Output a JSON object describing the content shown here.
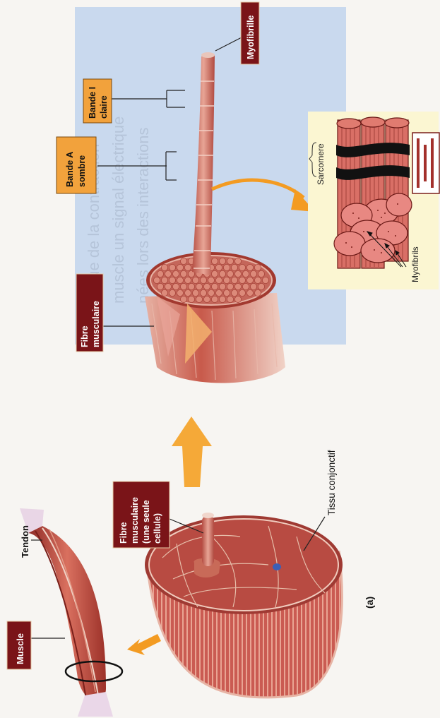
{
  "figure": {
    "panel_label": "(a)",
    "labels": {
      "muscle": "Muscle",
      "tendon": "Tendon",
      "fibre_cell_lines": [
        "Fibre",
        "musculaire",
        "(une seule",
        "cellule)"
      ],
      "tissu_conjonctif": "Tissu conjonctif",
      "fibre_musculaire_lines": [
        "Fibre",
        "musculaire"
      ],
      "bande_a_lines": [
        "Bande A",
        "sombre"
      ],
      "bande_i_lines": [
        "Bande I",
        "claire"
      ],
      "myofibrille": "Myofibrille",
      "sarcomere": "Sarcomere",
      "myofibrils": "Myofibrils"
    },
    "colors": {
      "label_dark_red": "#7a1418",
      "label_orange": "#f2a23c",
      "arrow_orange": "#f39b22",
      "blue_panel": "#c9d9ee",
      "inset_panel": "#fbf6d2",
      "muscle_red": "#c8534a"
    }
  }
}
